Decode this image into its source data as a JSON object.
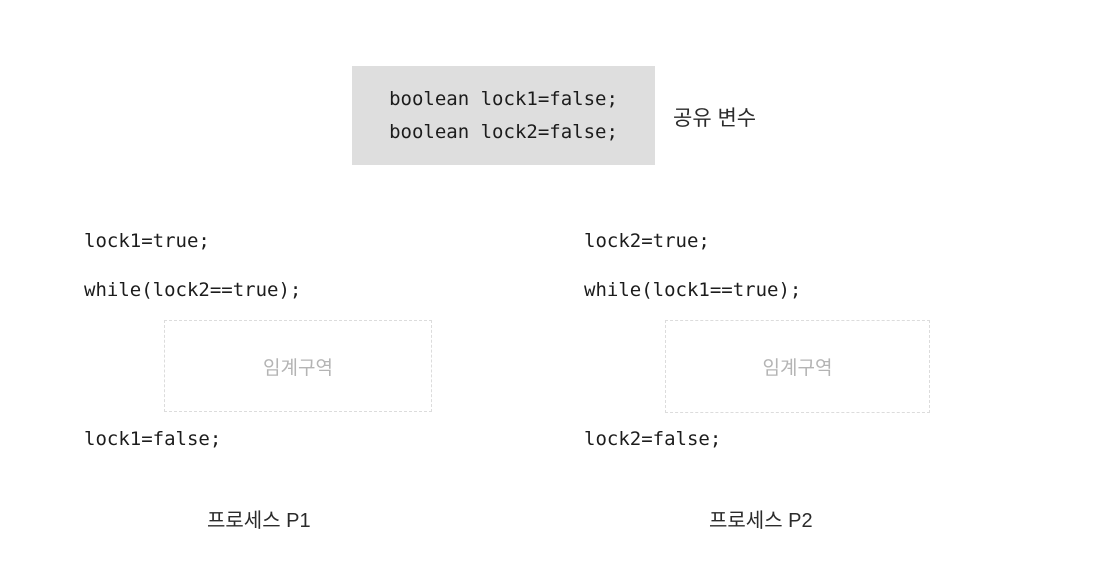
{
  "diagram": {
    "title_visible": false,
    "background_color": "#ffffff",
    "shared_block": {
      "label": "공유 변수",
      "background_color": "#dedede",
      "lines": [
        "boolean lock1=false;",
        "boolean lock2=false;"
      ]
    },
    "processes": [
      {
        "name": "프로세스 P1",
        "entry_statement": "lock1=true;",
        "wait_statement": "while(lock2==true);",
        "exit_statement": "lock1=false;",
        "critical_section_label": "임계구역",
        "critical_section_border_color": "#dcdcdc",
        "critical_section_text_color": "#b4b4b4"
      },
      {
        "name": "프로세스 P2",
        "entry_statement": "lock2=true;",
        "wait_statement": "while(lock1==true);",
        "exit_statement": "lock2=false;",
        "critical_section_label": "임계구역",
        "critical_section_border_color": "#dcdcdc",
        "critical_section_text_color": "#b4b4b4"
      }
    ]
  }
}
